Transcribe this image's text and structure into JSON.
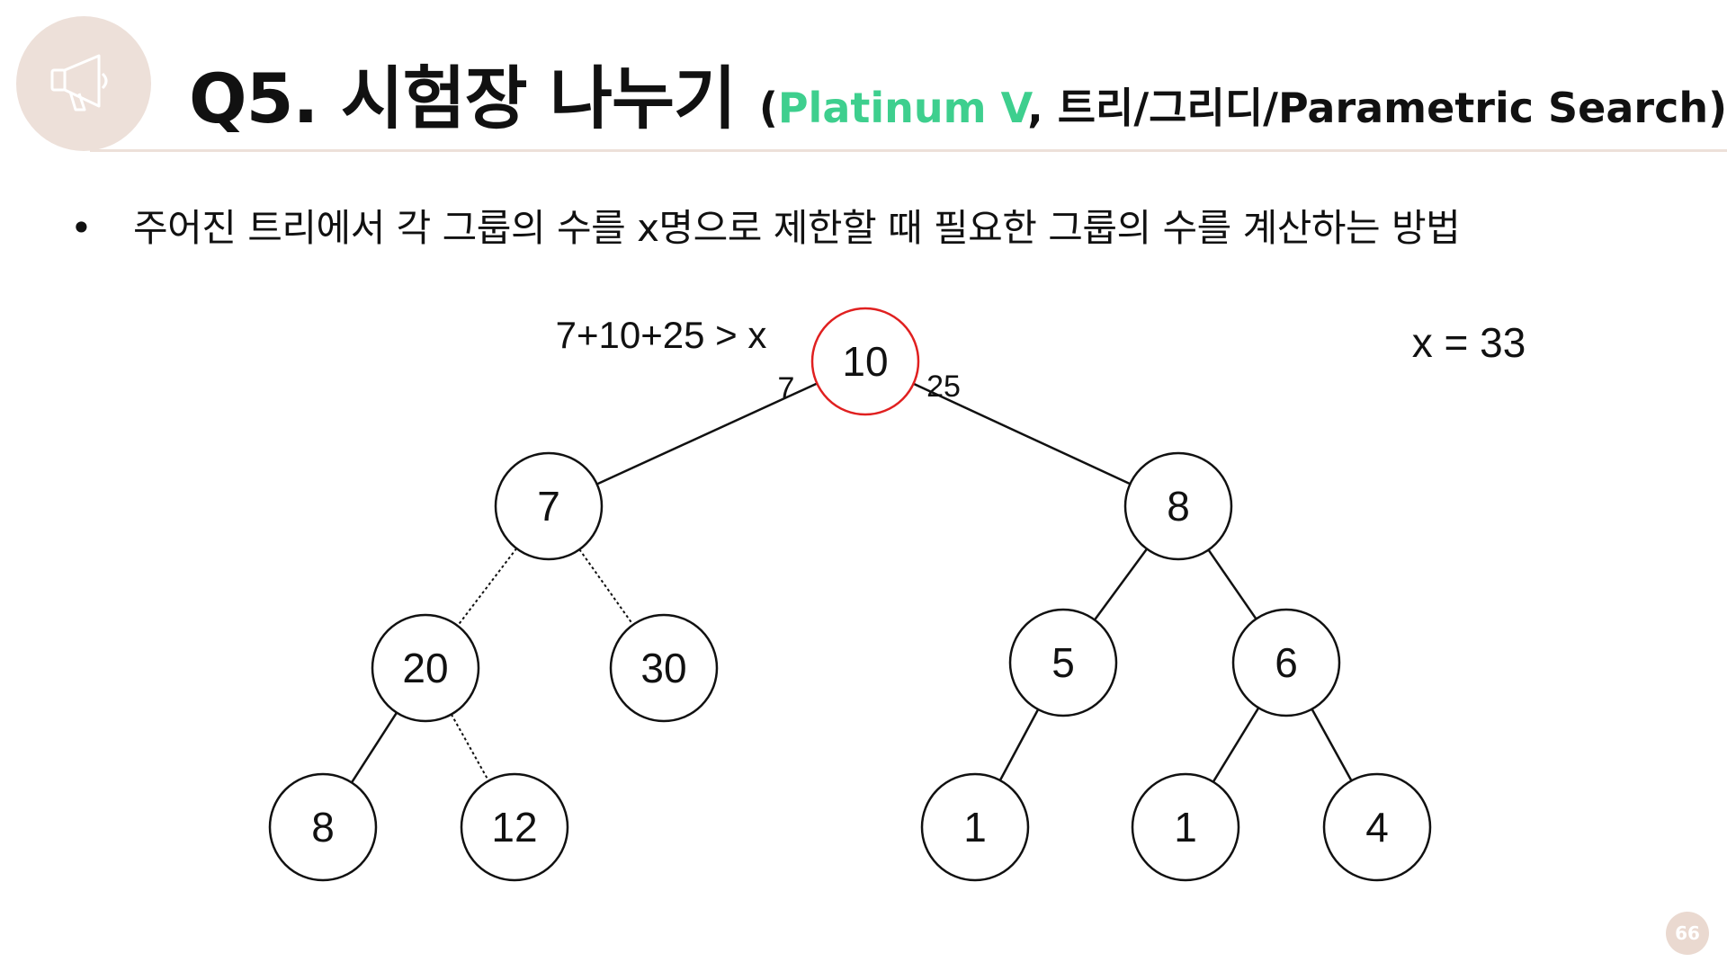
{
  "title": {
    "main": "Q5. 시험장 나누기",
    "open_paren": "(",
    "tier": "Platinum V",
    "tags": ", 트리/그리디/Parametric Search)"
  },
  "bullet": {
    "marker": "•",
    "text": "주어진 트리에서 각 그룹의 수를 x명으로 제한할 때 필요한 그룹의 수를 계산하는 방법"
  },
  "annotations": {
    "sum_expression": "7+10+25 > x",
    "x_value": "x = 33",
    "left_sum": "7",
    "right_sum": "25"
  },
  "tree": {
    "nodes": [
      {
        "id": "root",
        "value": "10",
        "highlight": true
      },
      {
        "id": "n7",
        "value": "7"
      },
      {
        "id": "n8",
        "value": "8"
      },
      {
        "id": "n20",
        "value": "20"
      },
      {
        "id": "n30",
        "value": "30"
      },
      {
        "id": "n5",
        "value": "5"
      },
      {
        "id": "n6",
        "value": "6"
      },
      {
        "id": "n8b",
        "value": "8"
      },
      {
        "id": "n12",
        "value": "12"
      },
      {
        "id": "n1a",
        "value": "1"
      },
      {
        "id": "n1b",
        "value": "1"
      },
      {
        "id": "n4",
        "value": "4"
      }
    ],
    "edges": [
      {
        "from": "root",
        "to": "n7",
        "cut": false
      },
      {
        "from": "root",
        "to": "n8",
        "cut": false
      },
      {
        "from": "n7",
        "to": "n20",
        "cut": true
      },
      {
        "from": "n7",
        "to": "n30",
        "cut": true
      },
      {
        "from": "n8",
        "to": "n5",
        "cut": false
      },
      {
        "from": "n8",
        "to": "n6",
        "cut": false
      },
      {
        "from": "n20",
        "to": "n8b",
        "cut": false
      },
      {
        "from": "n20",
        "to": "n12",
        "cut": true
      },
      {
        "from": "n5",
        "to": "n1a",
        "cut": false
      },
      {
        "from": "n6",
        "to": "n1b",
        "cut": false
      },
      {
        "from": "n6",
        "to": "n4",
        "cut": false
      }
    ]
  },
  "colors": {
    "accent": "#3ecf8e",
    "highlight": "#e02020",
    "decor": "#ede0d9"
  },
  "page_number": "66"
}
